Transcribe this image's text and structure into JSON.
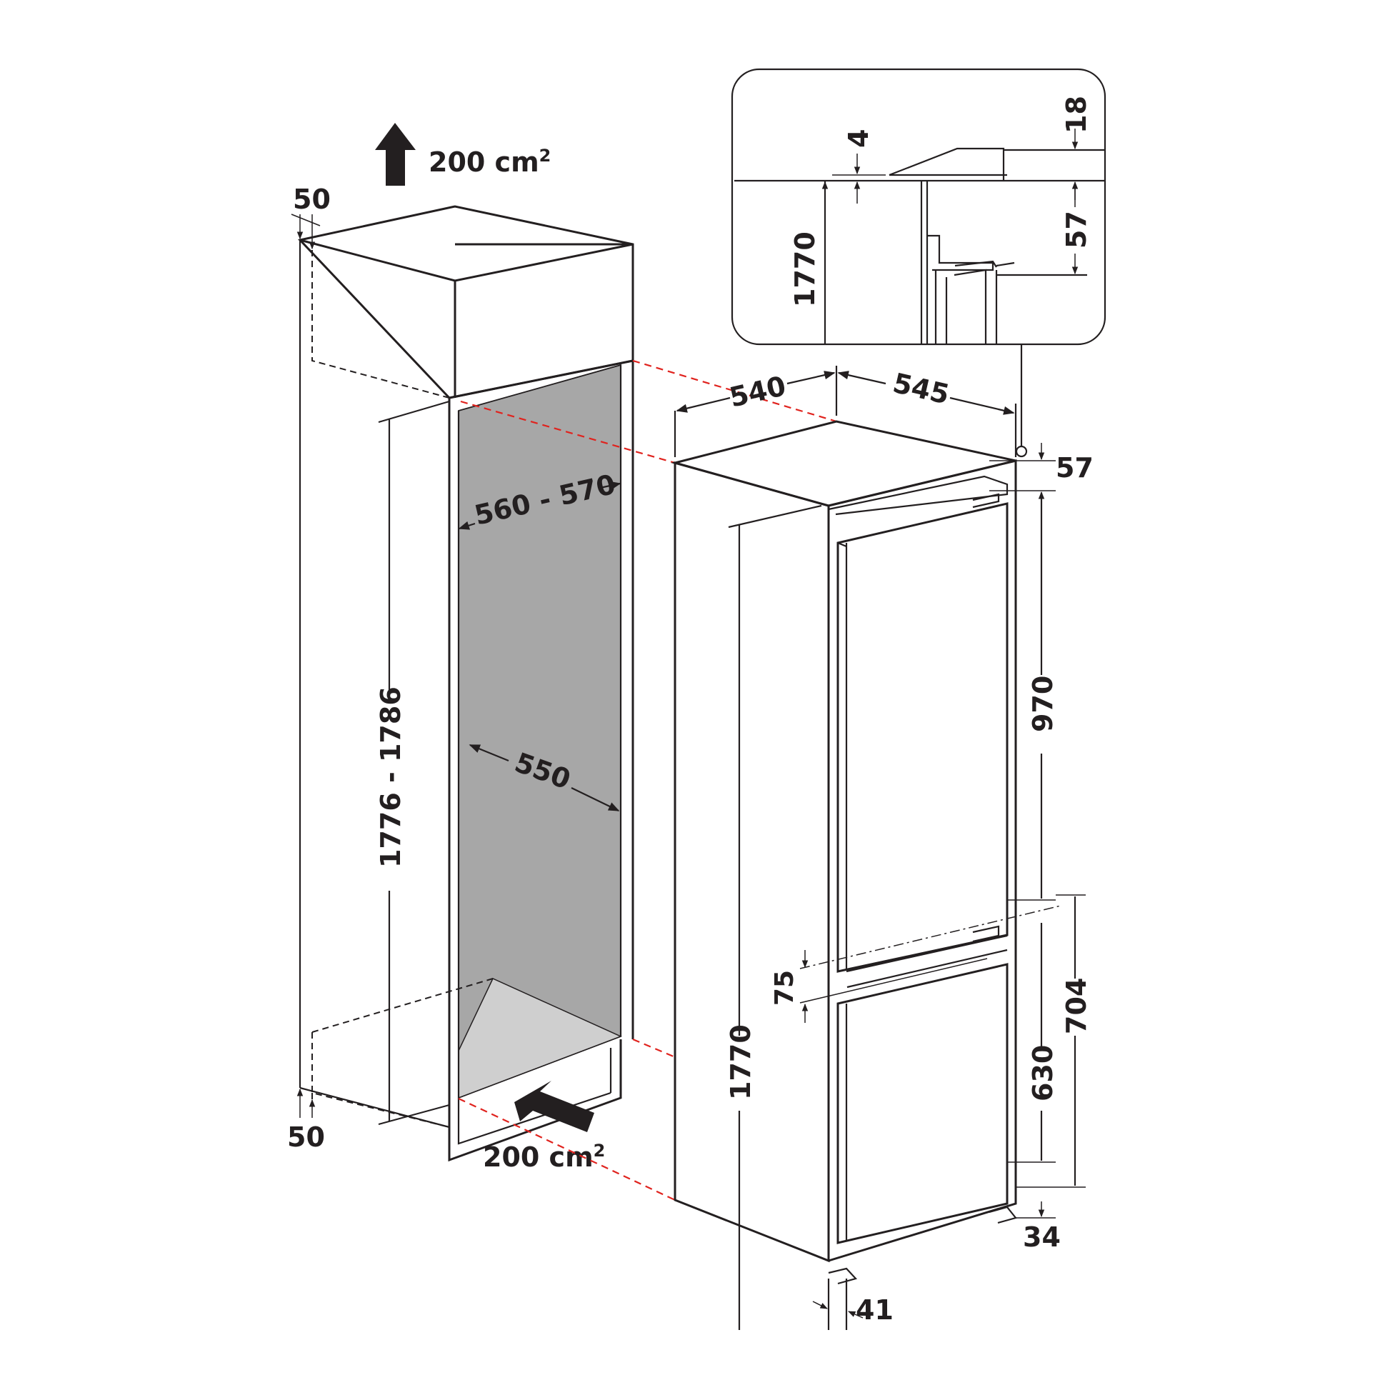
{
  "niche": {
    "vent_top_label": "200 cm",
    "vent_bottom_label": "200 cm",
    "vent_unit_exponent": "2",
    "gap_top": "50",
    "gap_bottom": "50",
    "height_range": "1776 - 1786",
    "width_range": "560 - 570",
    "depth": "550"
  },
  "appliance": {
    "width": "540",
    "depth": "545",
    "top_gap": "57",
    "upper_door_height": "970",
    "middle_gap": "75",
    "lower_door_height": "630",
    "lower_section_height": "704",
    "bottom_offset": "34",
    "total_height": "1770",
    "foot_depth": "41"
  },
  "detail": {
    "height": "1770",
    "gap_small": "4",
    "top_panel": "18",
    "bracket": "57"
  },
  "colors": {
    "line": "#231f20",
    "guide": "#e0231e",
    "cavity": "#a7a7a7",
    "floor": "#cfcfcf"
  }
}
